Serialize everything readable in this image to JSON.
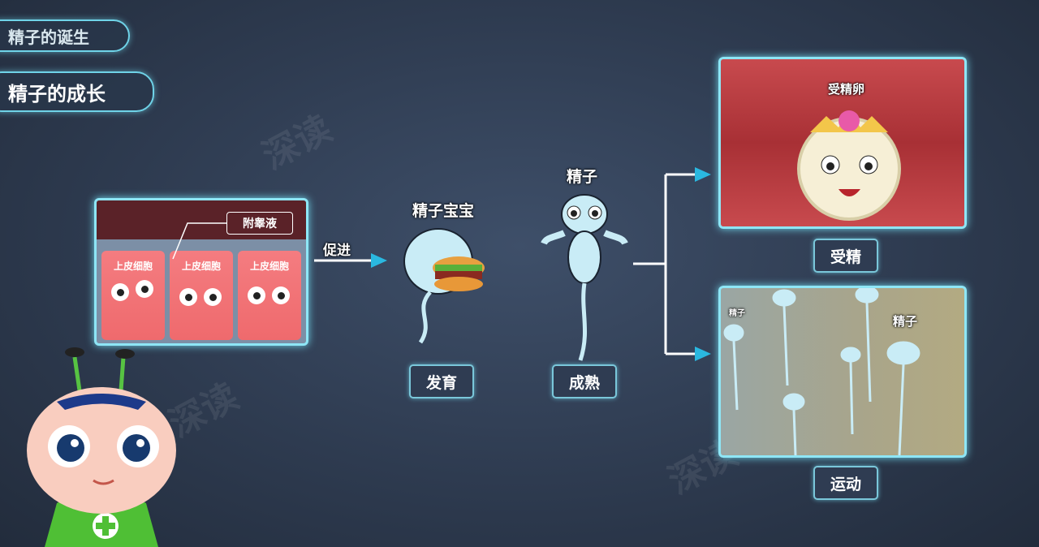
{
  "tabs": {
    "birth": "精子的诞生",
    "growth": "精子的成长"
  },
  "watermark": "深读",
  "epididymis": {
    "fluid_label": "附睾液",
    "cell_label": "上皮细胞",
    "promote_label": "促进"
  },
  "baby": {
    "title": "精子宝宝",
    "stage": "发育"
  },
  "sperm": {
    "title": "精子",
    "stage": "成熟"
  },
  "fertilize": {
    "egg_label": "受精卵",
    "stage": "受精"
  },
  "motion": {
    "sperm_label": "精子",
    "stage": "运动"
  },
  "colors": {
    "accent": "#6fd3e8",
    "cell": "#ef6a6d",
    "sperm": "#c9ecf6"
  }
}
